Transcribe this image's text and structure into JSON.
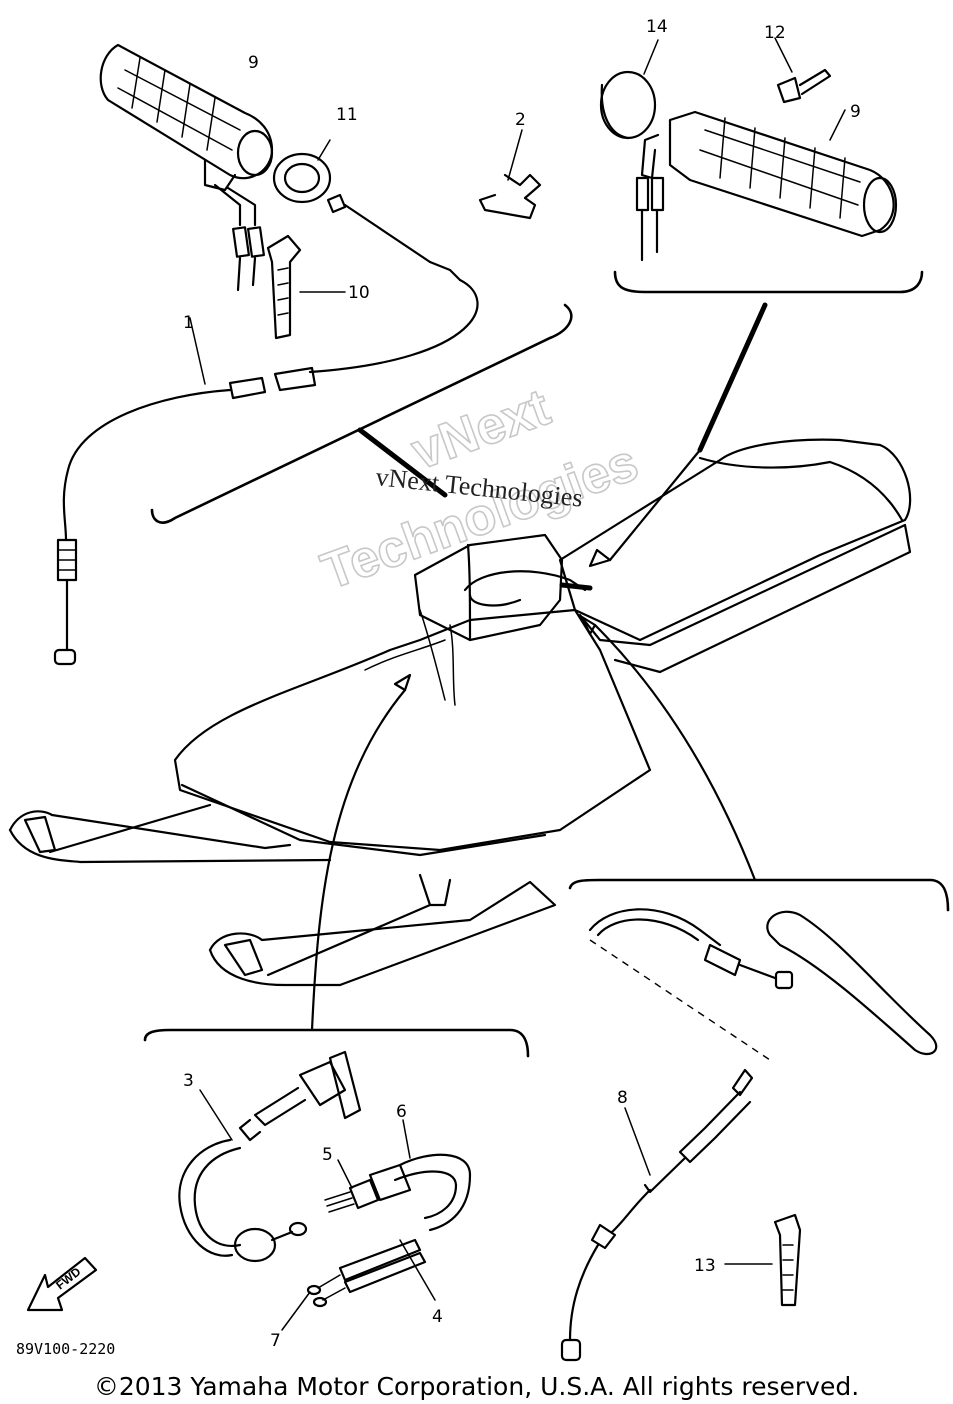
{
  "callouts": [
    "1",
    "2",
    "3",
    "4",
    "5",
    "6",
    "7",
    "8",
    "9",
    "9",
    "10",
    "11",
    "12",
    "13",
    "14"
  ],
  "callout_items": [
    {
      "id": "c1",
      "label": "1"
    },
    {
      "id": "c2",
      "label": "2"
    },
    {
      "id": "c3",
      "label": "3"
    },
    {
      "id": "c4",
      "label": "4"
    },
    {
      "id": "c5",
      "label": "5"
    },
    {
      "id": "c6",
      "label": "6"
    },
    {
      "id": "c7",
      "label": "7"
    },
    {
      "id": "c8",
      "label": "8"
    },
    {
      "id": "c9a",
      "label": "9"
    },
    {
      "id": "c9b",
      "label": "9"
    },
    {
      "id": "c10",
      "label": "10"
    },
    {
      "id": "c11",
      "label": "11"
    },
    {
      "id": "c12",
      "label": "12"
    },
    {
      "id": "c13",
      "label": "13"
    },
    {
      "id": "c14",
      "label": "14"
    }
  ],
  "fwd_label": "FWD",
  "watermark": {
    "line1": "vNext",
    "line2": "Technologies",
    "small": "vNext Technologies"
  },
  "diagram_code": "89V100-2220",
  "copyright": "©2013 Yamaha Motor Corporation, U.S.A. All rights reserved."
}
